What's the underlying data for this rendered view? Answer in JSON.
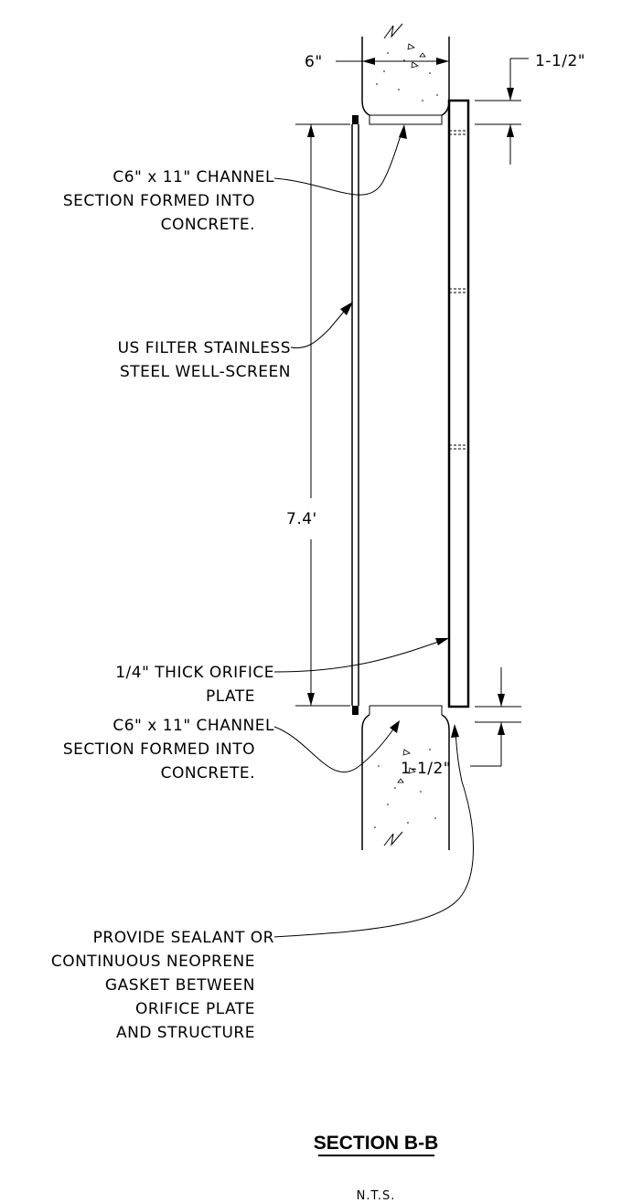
{
  "drawing": {
    "dimensions": {
      "wall_width": "6\"",
      "top_gap": "1-1/2\"",
      "bottom_gap": "1-1/2\"",
      "screen_height": "7.4'"
    },
    "labels": {
      "top_channel": [
        "C6\" x 11\" CHANNEL",
        "SECTION FORMED INTO",
        "CONCRETE."
      ],
      "well_screen": [
        "US FILTER STAINLESS",
        "STEEL WELL-SCREEN"
      ],
      "orifice_plate": [
        "1/4\" THICK ORIFICE",
        "PLATE"
      ],
      "bottom_channel": [
        "C6\" x 11\" CHANNEL",
        "SECTION FORMED INTO",
        "CONCRETE."
      ],
      "sealant": [
        "PROVIDE SEALANT OR",
        "CONTINUOUS NEOPRENE",
        "GASKET BETWEEN",
        "ORIFICE PLATE",
        "AND STRUCTURE"
      ]
    },
    "title": "SECTION B-B",
    "scale_note": "N.T.S."
  }
}
